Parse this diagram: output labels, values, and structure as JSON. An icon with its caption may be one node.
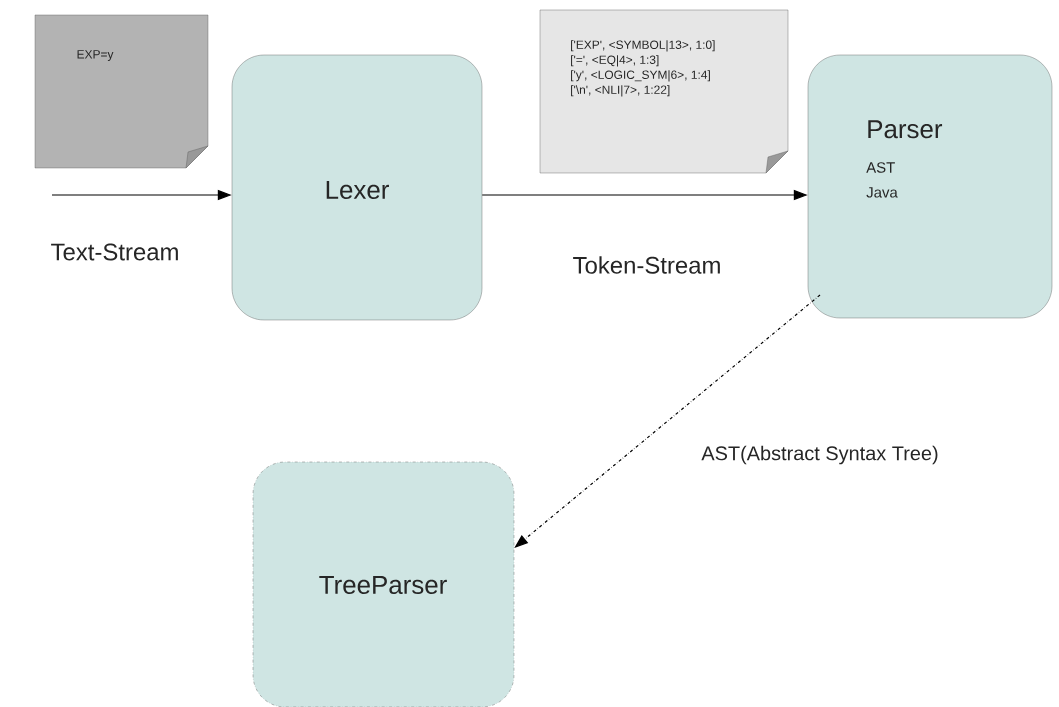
{
  "diagram": {
    "nodes": [
      {
        "text": [
          "EXP=y"
        ]
      },
      {
        "text": [
          "Lexer"
        ]
      },
      {
        "text": [
          "['EXP', <SYMBOL|13>, 1:0]",
          "['=', <EQ|4>, 1:3]",
          "['y', <LOGIC_SYM|6>, 1:4]",
          "['\\n', <NLI|7>, 1:22]"
        ]
      },
      {
        "text": [
          "Parser",
          "AST",
          "Java"
        ]
      },
      {
        "text": [
          "TreeParser"
        ]
      }
    ],
    "edges": [
      {
        "from": null,
        "to": 1,
        "arrow": "to",
        "label": "Text-Stream"
      },
      {
        "from": 1,
        "to": 3,
        "arrow": "to",
        "label": "Token-Stream"
      },
      {
        "from": 3,
        "to": 4,
        "arrow": "to",
        "label": "AST(Abstract Syntax Tree)",
        "style": "dashed"
      }
    ]
  }
}
